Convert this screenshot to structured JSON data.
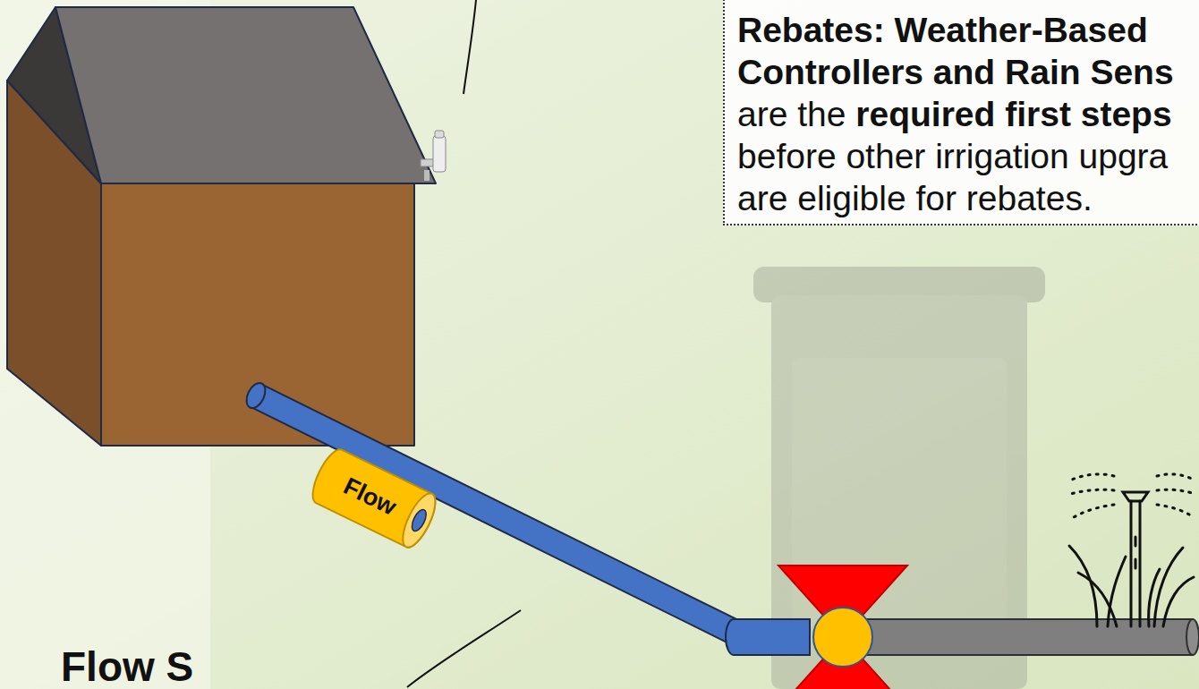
{
  "diagram": {
    "nodes": [
      {
        "text": [
          "Rebates: Weather-Based Controllers and Rain Sens",
          "are the",
          "required first steps",
          "before other irrigation upgra are eligible for rebates."
        ]
      },
      {
        "text": [
          "Flow"
        ]
      }
    ],
    "labels": [
      "Flow S"
    ]
  }
}
